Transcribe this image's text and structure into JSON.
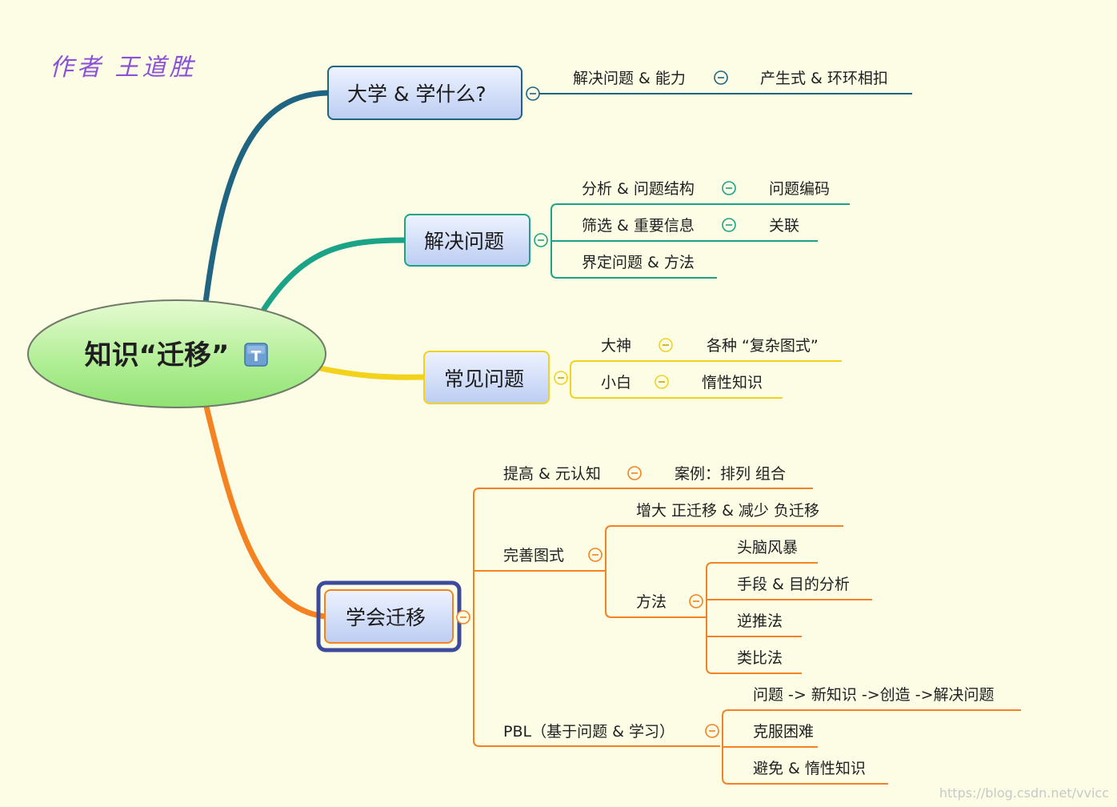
{
  "author": "作者  王道胜",
  "watermark": "https://blog.csdn.net/vvicc",
  "colors": {
    "background": "#fdfde6",
    "branch_university": "#1f6480",
    "branch_solve": "#1aa386",
    "branch_common": "#f2d21b",
    "branch_transfer": "#f58220",
    "selection": "#3b4a9c"
  },
  "root": {
    "title": "知识“迁移”",
    "badge": "T"
  },
  "branches": [
    {
      "title": "大学 & 学什么?",
      "children": [
        {
          "text": "解决问题 & 能力",
          "children": [
            "产生式 & 环环相扣"
          ]
        }
      ]
    },
    {
      "title": "解决问题",
      "children": [
        {
          "text": "分析 & 问题结构",
          "children": [
            "问题编码"
          ]
        },
        {
          "text": "筛选 & 重要信息",
          "children": [
            "关联"
          ]
        },
        {
          "text": "界定问题 & 方法",
          "children": []
        }
      ]
    },
    {
      "title": "常见问题",
      "children": [
        {
          "text": "大神",
          "children": [
            "各种 “复杂图式”"
          ]
        },
        {
          "text": "小白",
          "children": [
            "惰性知识"
          ]
        }
      ]
    },
    {
      "title": "学会迁移",
      "children": [
        {
          "text": "提高 & 元认知",
          "children": [
            "案例：排列 组合"
          ]
        },
        {
          "text": "完善图式",
          "children": [
            "增大 正迁移 & 减少 负迁移",
            {
              "text": "方法",
              "children": [
                "头脑风暴",
                "手段 & 目的分析",
                "逆推法",
                "类比法"
              ]
            }
          ]
        },
        {
          "text": "PBL（基于问题 & 学习）",
          "children": [
            "问题 -> 新知识 ->创造 ->解决问题",
            "克服困难",
            "避免 & 惰性知识"
          ]
        }
      ]
    }
  ]
}
